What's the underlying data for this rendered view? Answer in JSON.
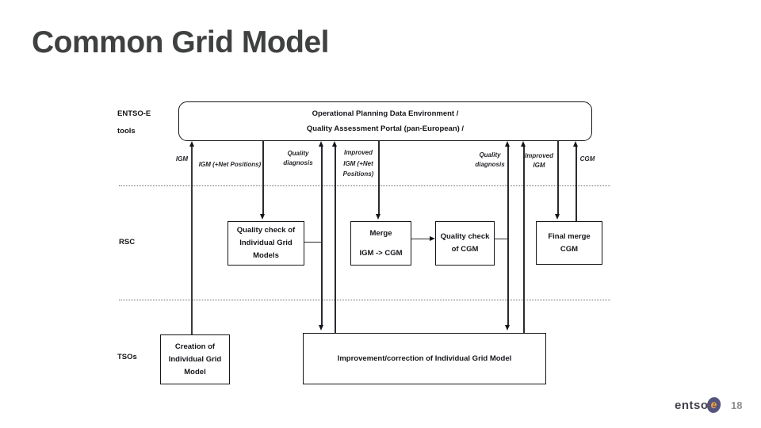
{
  "slide": {
    "title": "Common Grid Model",
    "page_number": "18",
    "logo": {
      "text": "entso",
      "mark": "e"
    }
  },
  "colors": {
    "title_text": "#3f4040",
    "diagram_line": "#2a2a2e",
    "logo_slate": "#54547c",
    "logo_orange": "#f2a33c",
    "page_number_gray": "#8f8f8f"
  },
  "diagram": {
    "lanes": {
      "entsoe": [
        "ENTSO-E",
        "tools"
      ],
      "rsc": "RSC",
      "tsos": "TSOs"
    },
    "top_box": {
      "line1": "Operational Planning Data Environment /",
      "line2": "Quality Assessment Portal (pan-European) /"
    },
    "flow_labels": {
      "igm": "IGM",
      "igm_net": "IGM (+Net Positions)",
      "quality_diagnosis_1": [
        "Quality",
        "diagnosis"
      ],
      "improved_igm_net": [
        "Improved",
        "IGM (+Net",
        "Positions)"
      ],
      "quality_diagnosis_2": [
        "Quality",
        "diagnosis"
      ],
      "improved_igm": [
        "Improved",
        "IGM"
      ],
      "cgm": "CGM"
    },
    "boxes": {
      "quality_check_igm": [
        "Quality check of",
        "Individual Grid",
        "Models"
      ],
      "merge": [
        "Merge",
        "IGM -> CGM"
      ],
      "quality_check_cgm": [
        "Quality check",
        "of CGM"
      ],
      "final_merge": [
        "Final merge",
        "CGM"
      ],
      "creation": [
        "Creation of",
        "Individual Grid",
        "Model"
      ],
      "improvement": "Improvement/correction of Individual Grid Model"
    }
  }
}
